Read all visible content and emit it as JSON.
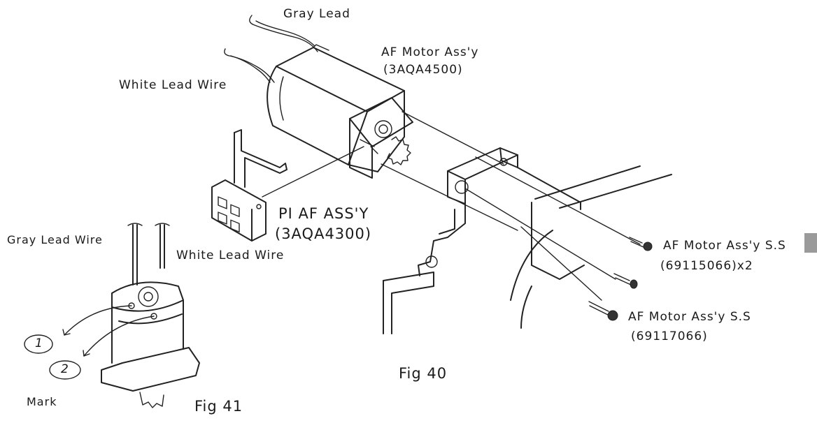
{
  "fig40": {
    "caption": "Fig 40",
    "labels": {
      "gray_lead": "Gray Lead",
      "white_lead_wire": "White Lead Wire",
      "af_motor_assy": "AF Motor Ass'y",
      "af_motor_assy_part": "(3AQA4500)",
      "pi_af_assy": "PI AF ASS'Y",
      "pi_af_assy_part": "(3AQA4300)",
      "motor_ss_1": "AF Motor Ass'y S.S",
      "motor_ss_1_part": "(69115066)x2",
      "motor_ss_2": "AF Motor Ass'y S.S",
      "motor_ss_2_part": "(69117066)"
    }
  },
  "fig41": {
    "caption": "Fig 41",
    "labels": {
      "gray_lead_wire": "Gray Lead Wire",
      "white_lead_wire": "White Lead Wire",
      "mark": "Mark",
      "marker_1": "1",
      "marker_2": "2"
    }
  }
}
